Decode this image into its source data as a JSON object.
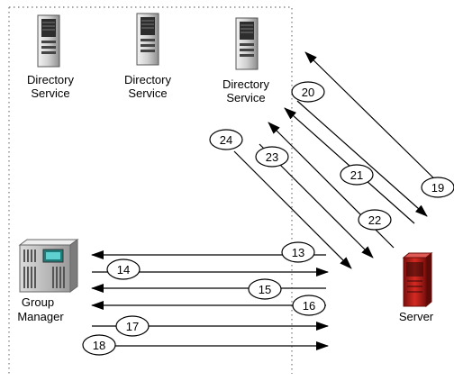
{
  "nodes": {
    "ds1": {
      "line1": "Directory",
      "line2": "Service"
    },
    "ds2": {
      "line1": "Directory",
      "line2": "Service"
    },
    "ds3": {
      "line1": "Directory",
      "line2": "Service"
    },
    "group_manager": {
      "line1": "Group",
      "line2": "Manager"
    },
    "server": {
      "line1": "Server"
    }
  },
  "arrows": {
    "a13": "13",
    "a14": "14",
    "a15": "15",
    "a16": "16",
    "a17": "17",
    "a18": "18",
    "a19": "19",
    "a20": "20",
    "a21": "21",
    "a22": "22",
    "a23": "23",
    "a24": "24"
  },
  "colors": {
    "server_red": "#c0201c",
    "tower_dark": "#2d2d2d",
    "boundary": "#8a8a8a"
  }
}
